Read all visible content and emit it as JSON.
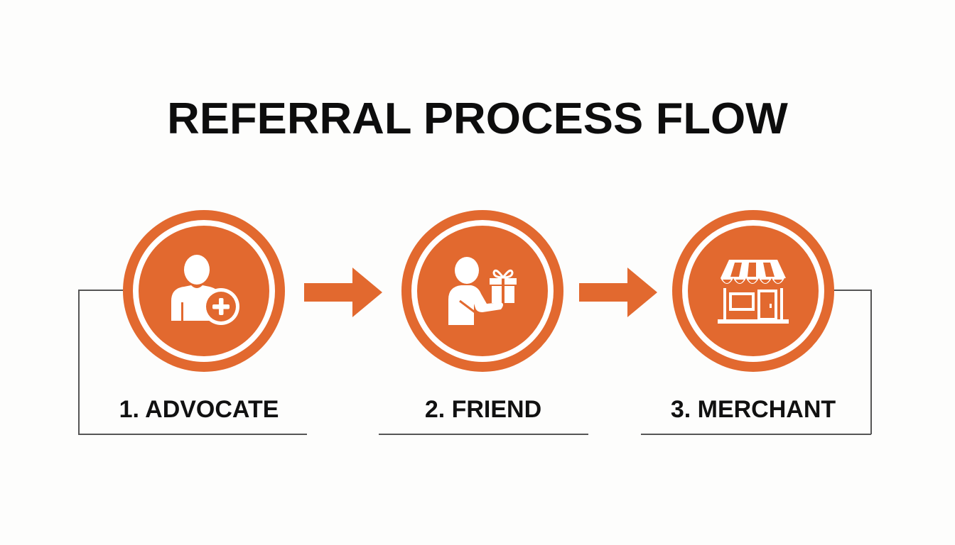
{
  "title": "REFERRAL PROCESS FLOW",
  "colors": {
    "accent": "#e2692f",
    "ring": "#ffffff",
    "text": "#111111",
    "connector": "#555555",
    "background": "#fdfdfc"
  },
  "steps": [
    {
      "label": "1. ADVOCATE",
      "icon": "user-plus-icon"
    },
    {
      "label": "2. FRIEND",
      "icon": "person-giving-gift-icon"
    },
    {
      "label": "3. MERCHANT",
      "icon": "storefront-icon"
    }
  ],
  "arrows": [
    {
      "from": "1. ADVOCATE",
      "to": "2. FRIEND",
      "icon": "arrow-right-icon"
    },
    {
      "from": "2. FRIEND",
      "to": "3. MERCHANT",
      "icon": "arrow-right-icon"
    }
  ]
}
